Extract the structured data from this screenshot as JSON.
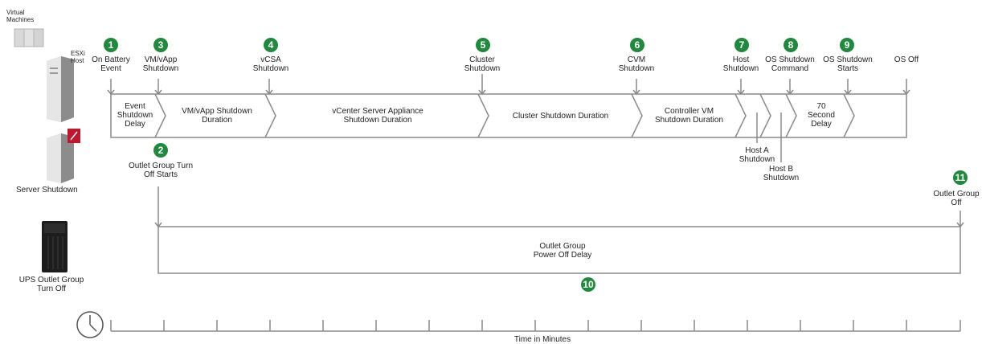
{
  "side_labels": {
    "vm": "Virtual\nMachines",
    "esxi": "ESXi\nHost",
    "server": "Server Shutdown",
    "ups": "UPS Outlet Group\nTurn Off"
  },
  "events": [
    {
      "num": "1",
      "label": "On Battery\nEvent"
    },
    {
      "num": "3",
      "label": "VM/vApp\nShutdown"
    },
    {
      "num": "4",
      "label": "vCSA\nShutdown"
    },
    {
      "num": "5",
      "label": "Cluster\nShutdown"
    },
    {
      "num": "6",
      "label": "CVM\nShutdown"
    },
    {
      "num": "7",
      "label": "Host\nShutdown"
    },
    {
      "num": "8",
      "label": "OS Shutdown\nCommand"
    },
    {
      "num": "9",
      "label": "OS Shutdown\nStarts"
    },
    {
      "num": "",
      "label": "OS Off"
    }
  ],
  "phases": [
    "Event\nShutdown\nDelay",
    "VM/vApp Shutdown\nDuration",
    "vCenter Server Appliance\nShutdown Duration",
    "Cluster Shutdown Duration",
    "Controller VM\nShutdown Duration",
    "70\nSecond\nDelay"
  ],
  "host_shutdowns": [
    "Host A\nShutdown",
    "Host B\nShutdown"
  ],
  "outlet": {
    "start_num": "2",
    "start_label": "Outlet Group Turn\nOff Starts",
    "delay_label": "Outlet Group\nPower Off Delay",
    "delay_num": "10",
    "end_num": "11",
    "end_label": "Outlet Group\nOff"
  },
  "axis": {
    "label": "Time in Minutes",
    "icon": "clock-icon"
  },
  "colors": {
    "badge": "#1e8a3c",
    "line": "#888888"
  }
}
